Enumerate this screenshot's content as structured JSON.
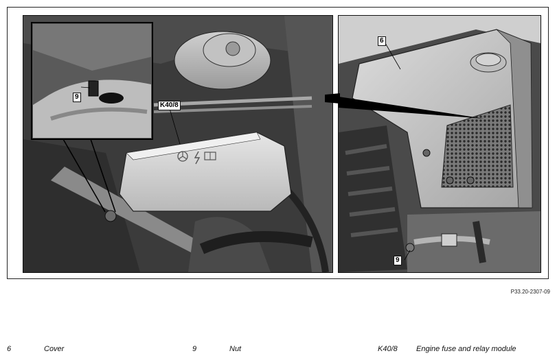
{
  "figure": {
    "reference_code": "P33.20-2307-09",
    "callouts": {
      "left_module": "K40/8",
      "left_nut": "9",
      "right_cover": "6",
      "right_nut": "9"
    },
    "icon_names": [
      "mercedes-star-icon",
      "lightning-warning-icon",
      "manual-book-icon"
    ]
  },
  "legend": [
    {
      "num": "6",
      "text": "Cover"
    },
    {
      "num": "9",
      "text": "Nut"
    },
    {
      "num": "K40/8",
      "text": "Engine fuse and relay module"
    }
  ],
  "colors": {
    "engine_dark": "#3a3a3a",
    "component_light": "#d8d8d8",
    "mesh_highlight": "#8c8c8c"
  }
}
